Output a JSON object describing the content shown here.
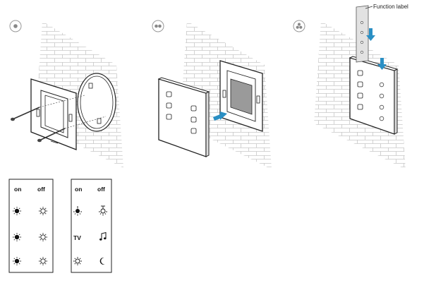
{
  "steps": [
    {
      "number": "1",
      "icon": "step-1-icon"
    },
    {
      "number": "2",
      "icon": "step-2-icon"
    },
    {
      "number": "3",
      "icon": "step-3-icon"
    }
  ],
  "function_label": {
    "text": "Function label"
  },
  "arrow_color": "#2a8fc4",
  "cards": [
    {
      "rows": [
        {
          "left": "on",
          "right": "off"
        },
        {
          "left_icon": "bulb-filled-icon",
          "right_icon": "bulb-outline-icon"
        },
        {
          "left_icon": "bulb-filled-icon",
          "right_icon": "bulb-outline-icon"
        },
        {
          "left_icon": "bulb-filled-icon",
          "right_icon": "bulb-outline-icon"
        }
      ]
    },
    {
      "rows": [
        {
          "left": "on",
          "right": "off"
        },
        {
          "left_icon": "ceiling-lamp-on-icon",
          "right_icon": "ceiling-lamp-off-icon"
        },
        {
          "left": "TV",
          "right_icon": "music-note-icon"
        },
        {
          "left_icon": "sun-icon",
          "right_icon": "moon-icon"
        }
      ]
    }
  ]
}
